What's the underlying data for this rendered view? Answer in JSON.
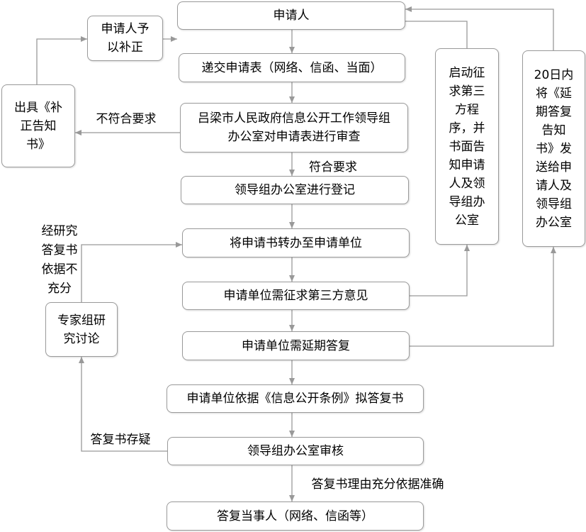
{
  "nodes": {
    "applicant": "申请人",
    "supplement": [
      "申请人予",
      "以补正"
    ],
    "submit": "递交申请表（网络、信函、当面）",
    "notice": [
      "出具《补",
      "正告知",
      "书》"
    ],
    "review": [
      "吕梁市人民政府信息公开工作领导组",
      "办公室对申请表进行审查"
    ],
    "register": "领导组办公室进行登记",
    "transfer": "将申请书转办至申请单位",
    "third_party": "申请单位需征求第三方意见",
    "delay": "申请单位需延期答复",
    "draft": "申请单位依据《信息公开条例》拟答复书",
    "audit": "领导组办公室审核",
    "reply": "答复当事人（网络、信函等）",
    "expert": [
      "专家组研",
      "究讨论"
    ],
    "third_party_procedure": [
      "启动征",
      "求第三",
      "方程",
      "序，并",
      "书面告",
      "知申请",
      "人及领",
      "导组办",
      "公室"
    ],
    "delay_notice": [
      "20日内",
      "将《延",
      "期答复",
      "告知",
      "书》发",
      "送给申",
      "请人及",
      "领导组",
      "办公室"
    ]
  },
  "labels": {
    "not_compliant": "不符合要求",
    "compliant": "符合要求",
    "insufficient": [
      "经研究",
      "答复书",
      "依据不",
      "充分"
    ],
    "doubtful": "答复书存疑",
    "sufficient": "答复书理由充分依据准确"
  },
  "colors": {
    "border": "#9a9a9a",
    "line": "#999999",
    "text": "#000000"
  }
}
